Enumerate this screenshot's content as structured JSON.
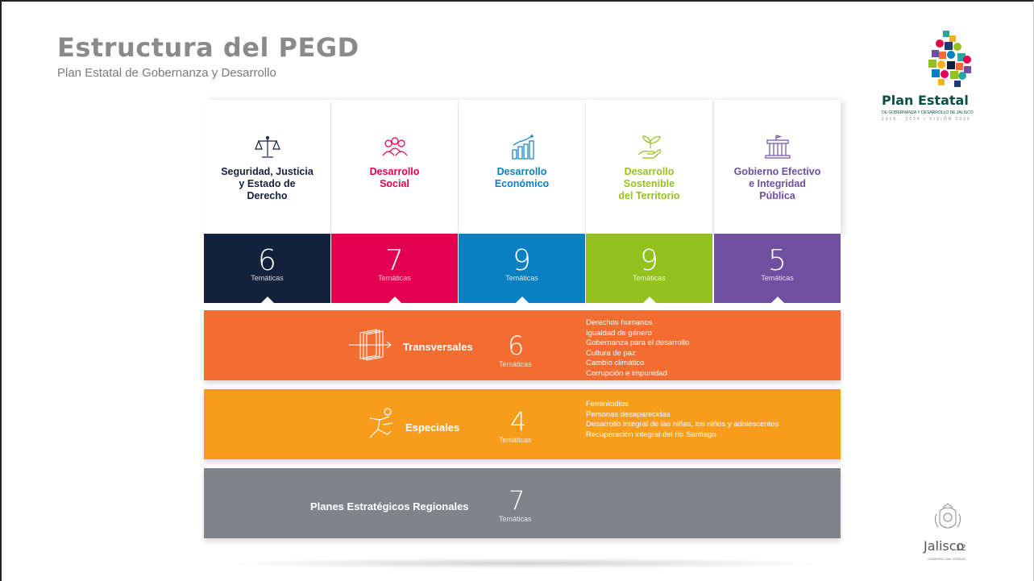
{
  "header": {
    "title": "Estructura del PEGD",
    "subtitle": "Plan Estatal de Gobernanza y Desarrollo"
  },
  "pillars": [
    {
      "label": "Seguridad, Justicia\ny Estado de\nDerecho",
      "count": "6",
      "unit": "Temáticas",
      "color": "#14213d",
      "icon": "scales-icon"
    },
    {
      "label": "Desarrollo\nSocial",
      "count": "7",
      "unit": "Temáticas",
      "color": "#e3004f",
      "icon": "people-icon"
    },
    {
      "label": "Desarrollo\nEconómico",
      "count": "9",
      "unit": "Temáticas",
      "color": "#0a7fc2",
      "icon": "growth-chart-icon"
    },
    {
      "label": "Desarrollo\nSostenible\ndel Territorio",
      "count": "9",
      "unit": "Temáticas",
      "color": "#95c11f",
      "icon": "plant-hand-icon"
    },
    {
      "label": "Gobierno Efectivo\ne Integridad\nPública",
      "count": "5",
      "unit": "Temáticas",
      "color": "#6f4fa0",
      "icon": "government-building-icon"
    }
  ],
  "transversales": {
    "label": "Transversales",
    "count": "6",
    "unit": "Temáticas",
    "color": "#f36c30",
    "icon": "arrows-through-layers-icon",
    "items": [
      "Derechos humanos",
      "Igualdad de género",
      "Gobernanza para el desarrollo",
      "Cultura de paz",
      "Cambio climático",
      "Corrupción e impunidad"
    ]
  },
  "especiales": {
    "label": "Especiales",
    "count": "4",
    "unit": "Temáticas",
    "color": "#f89c1c",
    "icon": "person-running-icon",
    "items": [
      "Feminicidios",
      "Personas desaparecidas",
      "Desarrollo integral de las niñas, los niños y adolescentes",
      "Recuperación integral del río Santiago"
    ]
  },
  "regionales": {
    "label": "Planes Estratégicos Regionales",
    "count": "7",
    "unit": "Temáticas",
    "color": "#7d858b"
  },
  "logo": {
    "name": "Plan Estatal",
    "tagline": "DE GOBERNANZA Y DESARROLLO DE JALISCO",
    "years": "2018 - 2024 • VISIÓN 2030"
  },
  "footer": {
    "brand": "Jalisco",
    "brand_sub": "GOBIERNO DEL ESTADO",
    "page_number": "12"
  }
}
